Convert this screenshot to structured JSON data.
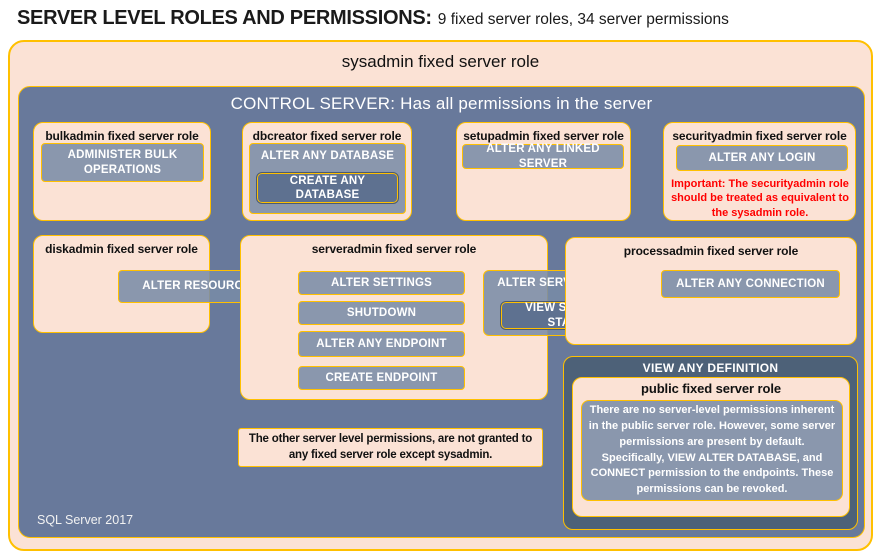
{
  "title": {
    "main": "SERVER LEVEL ROLES AND PERMISSIONS:",
    "subtitle": "9 fixed server roles, 34 server permissions"
  },
  "sysadmin": {
    "label": "sysadmin fixed server role"
  },
  "control_server": {
    "label": "CONTROL SERVER: Has all permissions in the server"
  },
  "roles": {
    "bulkadmin": {
      "title": "bulkadmin fixed server role",
      "perm1": "ADMINISTER BULK OPERATIONS"
    },
    "dbcreator": {
      "title": "dbcreator fixed server role",
      "perm1": "ALTER ANY DATABASE",
      "perm2": "CREATE ANY DATABASE"
    },
    "setupadmin": {
      "title": "setupadmin fixed server role",
      "perm1": "ALTER ANY LINKED SERVER"
    },
    "securityadmin": {
      "title": "securityadmin fixed server role",
      "perm1": "ALTER ANY LOGIN",
      "warning": "Important: The securityadmin role should be treated as equivalent to the sysadmin role."
    },
    "diskadmin": {
      "title": "diskadmin fixed server role",
      "perm1": "ALTER RESOURCES"
    },
    "serveradmin": {
      "title": "serveradmin fixed server role",
      "perm1": "ALTER SETTINGS",
      "perm2": "SHUTDOWN",
      "perm3": "ALTER ANY ENDPOINT",
      "perm4": "CREATE ENDPOINT",
      "perm5": "ALTER SERVER STATE",
      "perm6": "VIEW SERVER STATE"
    },
    "processadmin": {
      "title": "processadmin fixed server role",
      "perm1": "ALTER ANY CONNECTION"
    },
    "public": {
      "container": "VIEW ANY DEFINITION",
      "title": "public fixed server role",
      "description": "There are no server-level permissions inherent in the public server role. However, some server permissions are present by default. Specifically, VIEW ALTER DATABASE, and CONNECT permission to the endpoints. These permissions can be revoked."
    }
  },
  "note": "The other server level permissions, are not granted to any fixed server role except sysadmin.",
  "footer": "SQL Server 2017",
  "colors": {
    "peach": "#FBE2D5",
    "gold_border": "#FFC000",
    "slate_blue": "#68799B",
    "gray_permission": "#8F9CB3",
    "dark_permission": "#5E7190",
    "dark_panel": "#4D6178",
    "warning_red": "#FF0000"
  }
}
